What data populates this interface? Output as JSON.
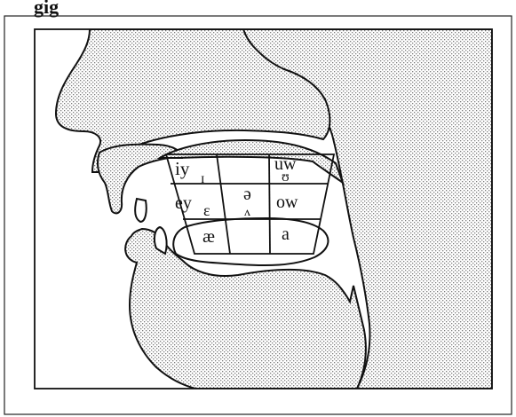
{
  "diagram": {
    "partial_heading": "gig",
    "vowels": [
      {
        "id": "iy",
        "text": "iy"
      },
      {
        "id": "lax-i",
        "text": "ɪ"
      },
      {
        "id": "uw",
        "text": "uw"
      },
      {
        "id": "lax-u",
        "text": "ʊ"
      },
      {
        "id": "ey",
        "text": "ey"
      },
      {
        "id": "epsilon",
        "text": "ɛ"
      },
      {
        "id": "schwa",
        "text": "ə"
      },
      {
        "id": "wedge",
        "text": "ʌ"
      },
      {
        "id": "ow",
        "text": "ow"
      },
      {
        "id": "ash",
        "text": "æ"
      },
      {
        "id": "a",
        "text": "a"
      }
    ]
  },
  "colors": {
    "stroke": "#111111",
    "stipple": "#8a8a8a",
    "background": "#ffffff"
  }
}
